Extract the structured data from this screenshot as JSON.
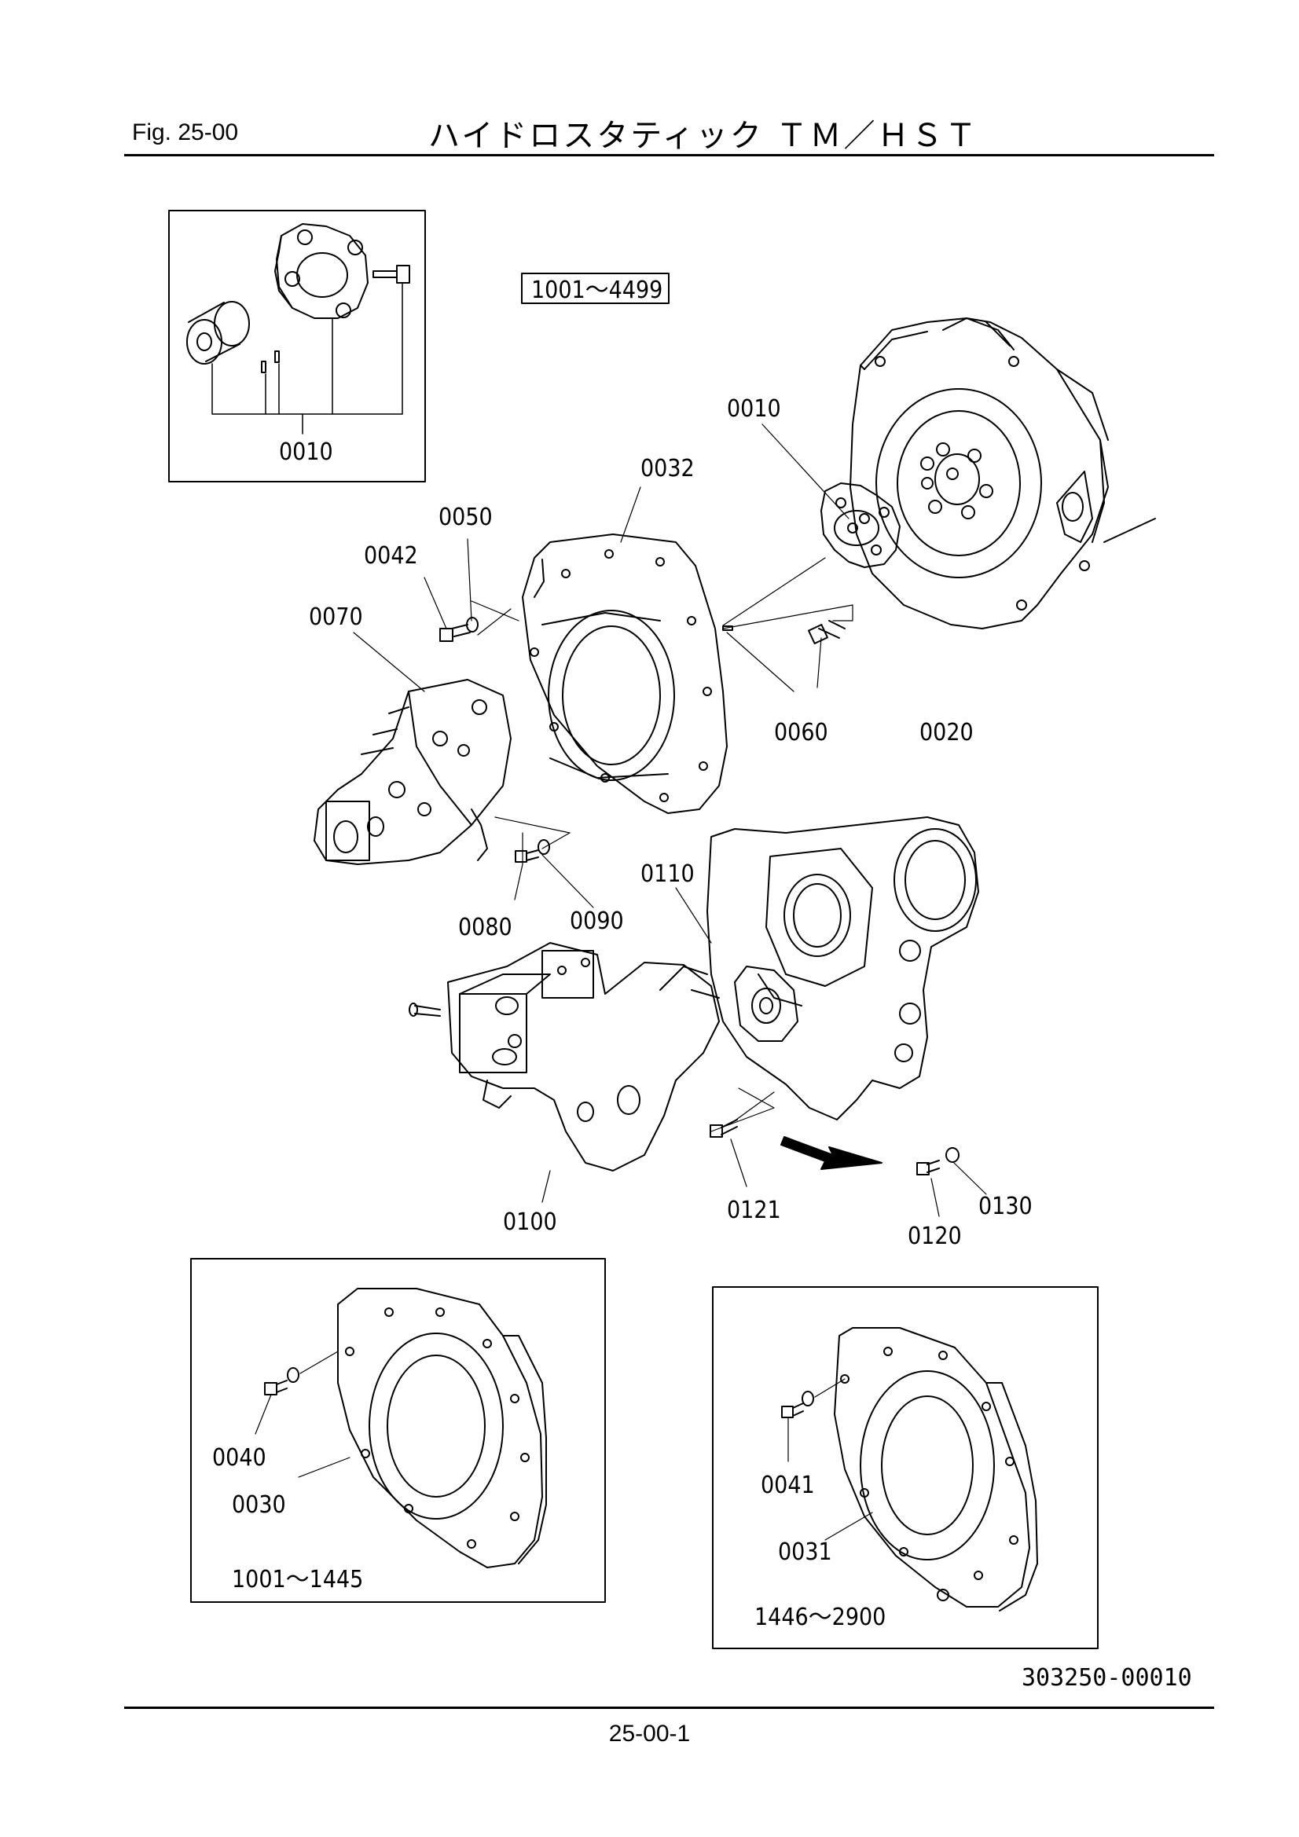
{
  "header": {
    "fig_label": "Fig.  25-00",
    "title": "ハイドロスタティック ＴＭ／ＨＳＴ"
  },
  "serial_ranges": {
    "main": "1001～4499",
    "variant_a": "1001～1445",
    "variant_b": "1446～2900"
  },
  "part_labels": {
    "p0010_inset": "0010",
    "p0010": "0010",
    "p0032": "0032",
    "p0050": "0050",
    "p0042": "0042",
    "p0070": "0070",
    "p0060": "0060",
    "p0020": "0020",
    "p0110": "0110",
    "p0080": "0080",
    "p0090": "0090",
    "p0100": "0100",
    "p0121": "0121",
    "p0120": "0120",
    "p0130": "0130",
    "p0040": "0040",
    "p0030": "0030",
    "p0041": "0041",
    "p0031": "0031"
  },
  "drawing_ref": "303250-00010",
  "footer": {
    "page_number": "25-00-1"
  }
}
